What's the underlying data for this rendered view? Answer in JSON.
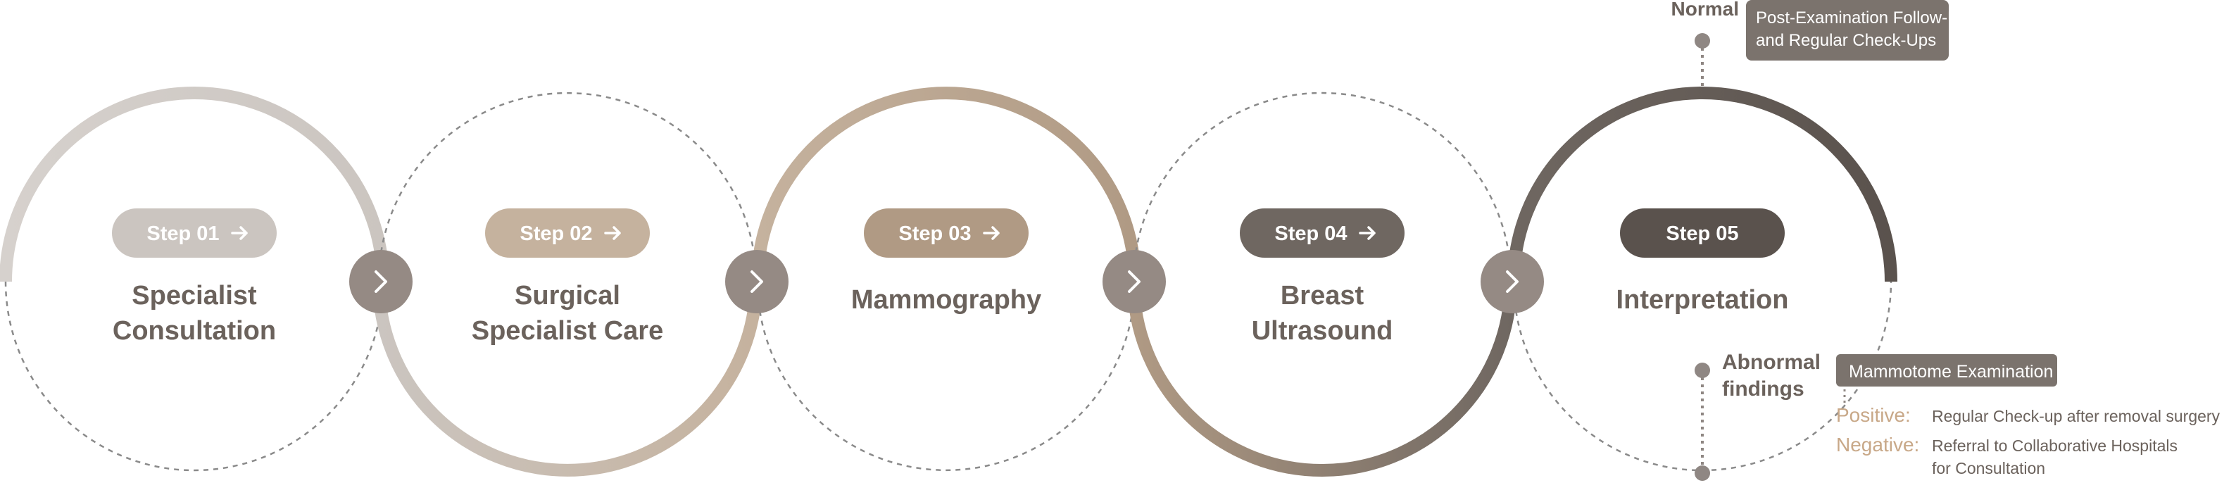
{
  "colors": {
    "c1": "#cbc5c0",
    "c2": "#c5b29e",
    "c3": "#b09a84",
    "c4": "#6f6761",
    "c5": "#5a524d",
    "chevron_bg": "#958a84",
    "title_text": "#6b625c",
    "dashed": "#8a8a8a",
    "annotation_dot": "#8f8783",
    "box_normal": "#7b736d",
    "box_abnormal": "#7b736d",
    "positive_text": "#c8a888",
    "negative_text": "#c8a888"
  },
  "steps": [
    {
      "badge": "Step 01",
      "title_lines": [
        "Specialist",
        "Consultation"
      ],
      "arrow": true,
      "icon": "arrow-right-icon"
    },
    {
      "badge": "Step 02",
      "title_lines": [
        "Surgical",
        "Specialist Care"
      ],
      "arrow": true,
      "icon": "arrow-right-icon"
    },
    {
      "badge": "Step 03",
      "title_lines": [
        "Mammography"
      ],
      "arrow": true,
      "icon": "arrow-right-icon"
    },
    {
      "badge": "Step 04",
      "title_lines": [
        "Breast",
        "Ultrasound"
      ],
      "arrow": true,
      "icon": "arrow-right-icon"
    },
    {
      "badge": "Step 05",
      "title_lines": [
        "Interpretation"
      ],
      "arrow": false,
      "icon": ""
    }
  ],
  "connector_icon": "chevron-right-icon",
  "outcomes": {
    "normal": {
      "label": "Normal",
      "box_lines": [
        "Post-Examination Follow-Up",
        "and Regular Check-Ups"
      ]
    },
    "abnormal": {
      "label_lines": [
        "Abnormal",
        "findings"
      ],
      "box": "Mammotome Examination",
      "positive_label": "Positive:",
      "positive_text": "Regular Check-up after removal surgery",
      "negative_label": "Negative:",
      "negative_lines": [
        "Referral to Collaborative Hospitals",
        "for Consultation"
      ]
    }
  }
}
